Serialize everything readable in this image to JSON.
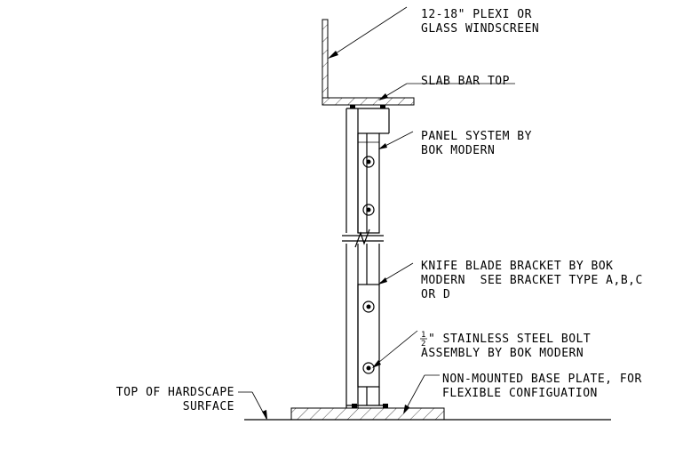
{
  "callouts": {
    "windscreen": [
      "12-18\" PLEXI OR",
      "GLASS WINDSCREEN"
    ],
    "slab_bar_top": [
      "SLAB BAR TOP"
    ],
    "panel_system": [
      "PANEL SYSTEM BY",
      "BOK MODERN"
    ],
    "knife_blade": [
      "KNIFE BLADE BRACKET BY BOK",
      "MODERN  SEE BRACKET TYPE A,B,C",
      "OR D"
    ],
    "bolt": [
      "\" STAINLESS STEEL BOLT",
      "ASSEMBLY BY BOK MODERN"
    ],
    "bolt_fraction": {
      "numerator": "1",
      "denominator": "2"
    },
    "base_plate": [
      "NON-MOUNTED BASE PLATE, FOR",
      "FLEXIBLE CONFIGUATION"
    ],
    "hardscape": [
      "TOP OF HARDSCAPE",
      "SURFACE"
    ]
  }
}
